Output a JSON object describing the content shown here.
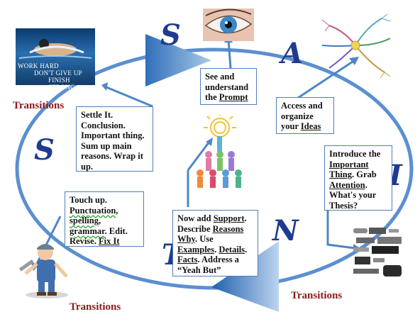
{
  "letters": [
    "S",
    "A",
    "I",
    "N",
    "T",
    "S"
  ],
  "transitions": [
    "Transitions",
    "Transitions",
    "Transitions"
  ],
  "poster": {
    "lines": [
      "WORK HARD",
      "DON'T GIVE UP",
      "FINISH STRONG"
    ]
  },
  "boxes": {
    "see": {
      "line1": "See and",
      "line2": "understand",
      "prefix": "the ",
      "link": "Prompt"
    },
    "access": {
      "line1": "Access and",
      "line2": "organize",
      "prefix": "your ",
      "link": "Ideas"
    },
    "introduce": {
      "line1": "Introduce the",
      "link1": "Important",
      "link2": "Thing",
      "mid": ".  Grab",
      "link3": "Attention",
      "line4": ".",
      "line5": "What's your",
      "line6": "Thesis?"
    },
    "settle": {
      "lines": [
        "Settle It.",
        "Conclusion.",
        "Important thing.",
        "Sum up main",
        "reasons. Wrap it",
        "up."
      ]
    },
    "touch": {
      "line1": "Touch up.",
      "sq1": "Punctuation",
      "c1": ",",
      "sq2": "spelling",
      "c2": ",",
      "sq3": "grammar",
      "mid": ".  Edit.",
      "line4": "Revise.  ",
      "link": "Fix It"
    },
    "support": {
      "prefix1": "Now add ",
      "link1": "Support",
      "dot1": ".",
      "prefix2": "Describe ",
      "link2": "Reasons",
      "link3": "Why",
      "mid3": ".  Use",
      "link4": "Examples",
      "sep4": ".  ",
      "link5": "Details",
      "dot4": ".",
      "link6": "Facts",
      "mid5": ".  Address a",
      "line6": "“Yeah But”"
    }
  },
  "colors": {
    "arrow": "#4f86c6",
    "letter": "#1f3b8f",
    "transition": "#8b1a1a",
    "border": "#4f7fb8"
  }
}
